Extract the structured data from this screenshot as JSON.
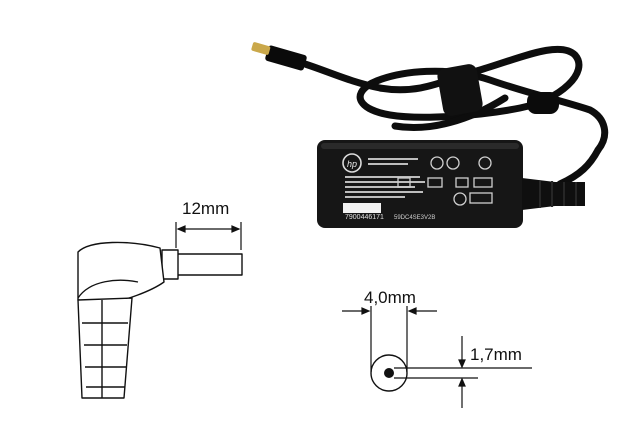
{
  "dimensions": {
    "tip_length": "12mm",
    "outer_diameter": "4,0mm",
    "inner_diameter": "1,7mm"
  },
  "product": {
    "brand": "hp",
    "part_number": "7900446171",
    "label_code": "59DC4SE3V2B"
  },
  "colors": {
    "adapter_body": "#161616",
    "cable": "#0d0d0d",
    "plug_tip": "#caa84a",
    "line": "#111111",
    "background": "#ffffff"
  }
}
